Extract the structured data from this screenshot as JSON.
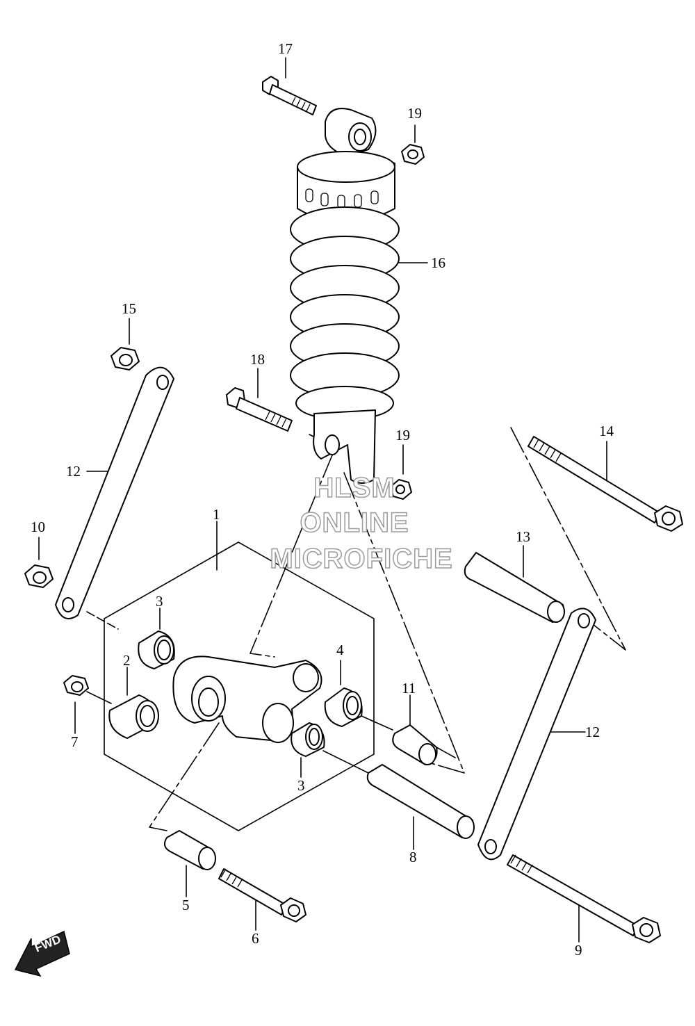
{
  "diagram": {
    "callouts": {
      "c1": "1",
      "c2": "2",
      "c3a": "3",
      "c3b": "3",
      "c4": "4",
      "c5": "5",
      "c6": "6",
      "c7": "7",
      "c8": "8",
      "c9": "9",
      "c10": "10",
      "c11": "11",
      "c12a": "12",
      "c12b": "12",
      "c13": "13",
      "c14": "14",
      "c15": "15",
      "c16": "16",
      "c17": "17",
      "c18": "18",
      "c19a": "19",
      "c19b": "19"
    },
    "watermark": {
      "line1": "HLSM",
      "line2": "ONLINE",
      "line3": "MICROFICHE"
    },
    "fwd_label": "FWD"
  }
}
